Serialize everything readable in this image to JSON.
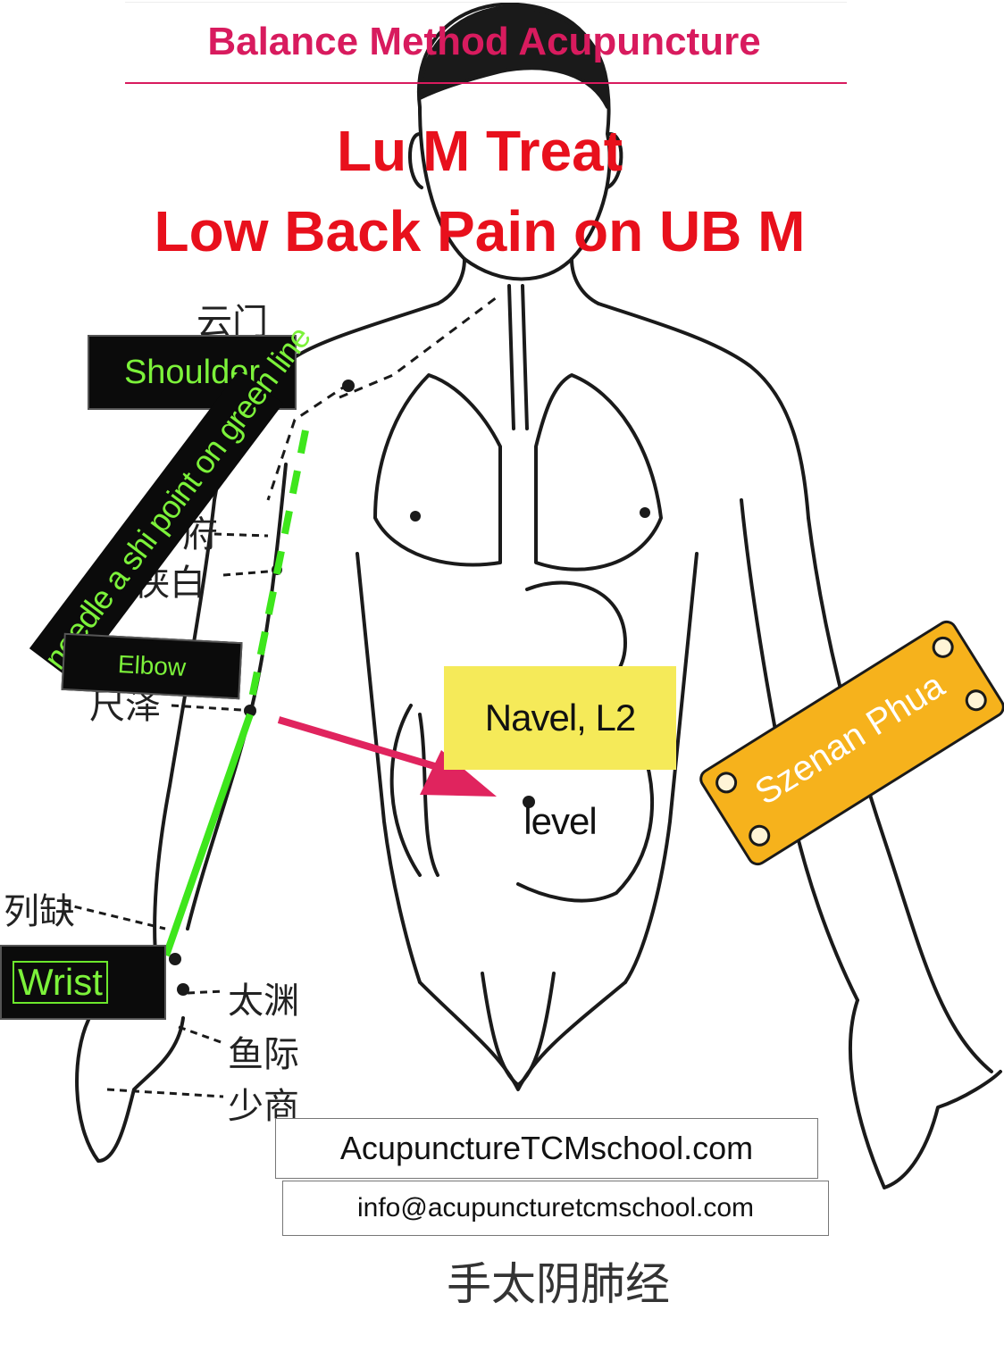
{
  "header": {
    "title": "Balance Method Acupuncture"
  },
  "title": {
    "line1": "Lu M Treat",
    "line2": "Low Back Pain on UB M"
  },
  "labels": {
    "shoulder": "Shoulder",
    "needle": "needle a shi point on green line",
    "elbow": "Elbow",
    "wrist": "Wrist",
    "navel": "Navel, L2 level",
    "author": "Szenan Phua"
  },
  "points_cn": {
    "yunmen": "云门",
    "tianfu": "府",
    "xiabai": "侠白",
    "chize": "尺泽",
    "lieque": "列缺",
    "taiyuan": "太渊",
    "yuji": "鱼际",
    "shaoshang": "少商"
  },
  "footer": {
    "website": "AcupunctureTCMschool.com",
    "email": "info@acupuncturetcmschool.com",
    "caption_cn": "手太阴肺经"
  },
  "colors": {
    "header": "#d81b5e",
    "title": "#e8101c",
    "green_line": "#3ee61c",
    "arrow": "#e0245e",
    "plate": "#f6b21c",
    "navel_bg": "#f5ea59"
  }
}
